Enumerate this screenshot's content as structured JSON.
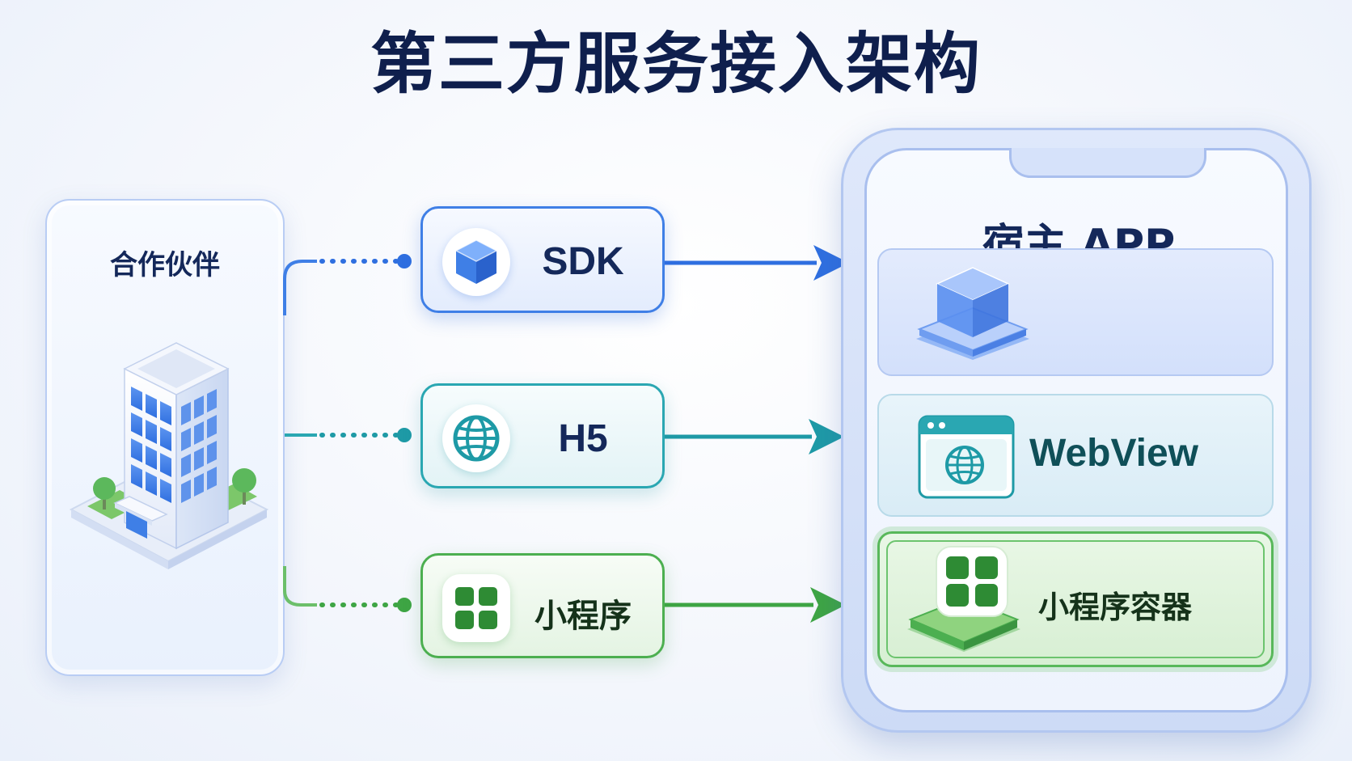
{
  "title": "第三方服务接入架构",
  "partner": {
    "label": "合作伙伴",
    "icon": "office-building-icon"
  },
  "methods": [
    {
      "label": "SDK",
      "icon": "cube-icon",
      "color": "#2f6fe0"
    },
    {
      "label": "H5",
      "icon": "globe-icon",
      "color": "#1e9aa6"
    },
    {
      "label": "小程序",
      "icon": "grid-apps-icon",
      "color": "#3ea544"
    }
  ],
  "host": {
    "title": "宿主 APP",
    "rows": [
      {
        "label": "",
        "icon": "stacked-cube-icon"
      },
      {
        "label": "WebView",
        "icon": "browser-window-globe-icon"
      },
      {
        "label": "小程序容器",
        "icon": "grid-apps-platform-icon"
      }
    ]
  },
  "colors": {
    "title": "#0f1f4d",
    "sdk": "#2f6fe0",
    "h5": "#1e9aa6",
    "mini": "#3ea544"
  }
}
